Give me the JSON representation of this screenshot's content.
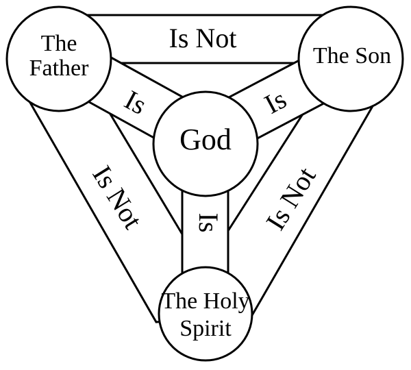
{
  "nodes": {
    "father": [
      "The",
      "Father"
    ],
    "son": [
      "The Son"
    ],
    "spirit": [
      "The Holy",
      "Spirit"
    ],
    "god": [
      "God"
    ]
  },
  "edges": {
    "father_son": "Is Not",
    "father_spirit": "Is Not",
    "son_spirit": "Is Not",
    "father_god": "Is",
    "son_god": "Is",
    "spirit_god": "Is"
  },
  "colors": {
    "stroke": "#000000",
    "fill": "#ffffff"
  }
}
